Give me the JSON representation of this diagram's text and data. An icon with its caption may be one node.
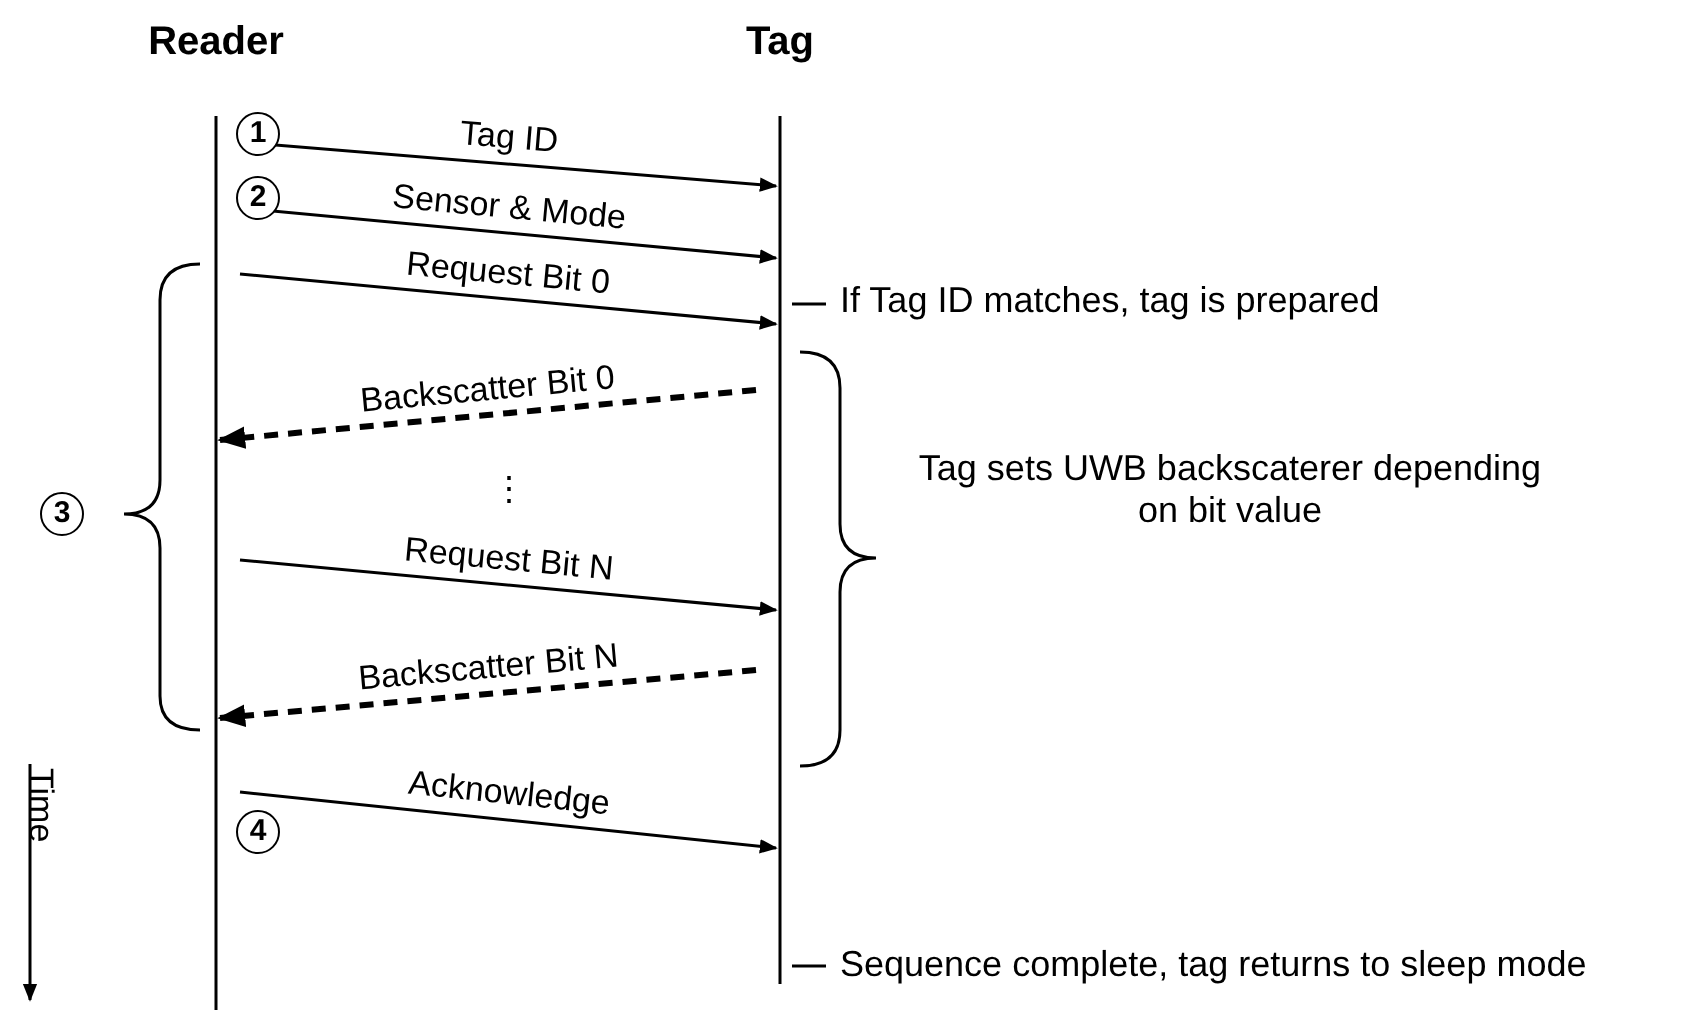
{
  "diagram": {
    "nodes": [
      {
        "text": [
          "Reader"
        ]
      },
      {
        "text": [
          "Tag"
        ]
      }
    ],
    "edges": [
      {
        "from": 0,
        "to": 1,
        "arrow": "to",
        "label": "Tag ID"
      },
      {
        "from": 0,
        "to": 1,
        "arrow": "to",
        "label": "Sensor & Mode"
      },
      {
        "from": 0,
        "to": 1,
        "arrow": "to",
        "label": "Request Bit 0"
      },
      {
        "from": 1,
        "to": 0,
        "arrow": "to",
        "label": "Backscatter Bit 0",
        "style": "dashed"
      },
      {
        "from": 0,
        "to": 1,
        "arrow": "to",
        "label": "Request Bit N"
      },
      {
        "from": 1,
        "to": 0,
        "arrow": "to",
        "label": "Backscatter Bit N",
        "style": "dashed"
      },
      {
        "from": 0,
        "to": 1,
        "arrow": "to",
        "label": "Acknowledge"
      }
    ],
    "labels": [
      "1",
      "2",
      "If Tag ID matches, tag is prepared",
      "⋮",
      "3",
      "Tag sets UWB backscaterer depending on bit value",
      "Time",
      "4",
      "Sequence complete, tag returns to sleep mode"
    ]
  }
}
